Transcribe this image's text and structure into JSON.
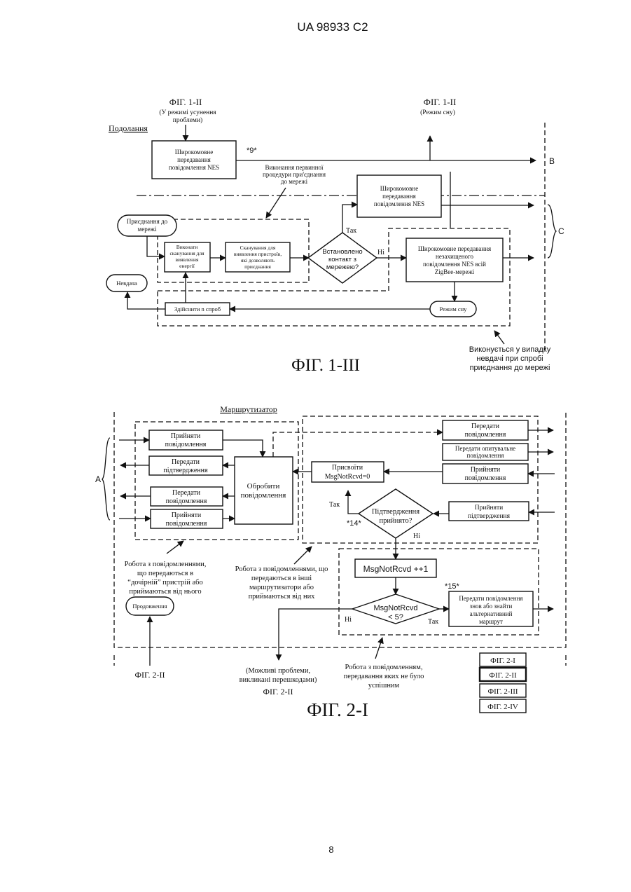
{
  "header": {
    "patent_number": "UA 98933 C2"
  },
  "page_number": "8",
  "fig1": {
    "caption": "ФІГ. 1-III",
    "ref_left": "ФІГ. 1-II",
    "ref_left_note_1": "(У режимі усунення",
    "ref_left_note_2": "проблеми)",
    "ref_right": "ФІГ. 1-II",
    "ref_right_note": "(Режим сну)",
    "section_label": "Подолання",
    "box_broadcast_1": [
      "Широкомовне",
      "передавання",
      "повідомлення NES"
    ],
    "marker_9": "*9*",
    "label_B": "B",
    "label_C": "C",
    "note_primary": [
      "Виконання первинної",
      "процедури при'єднання",
      "до мережі"
    ],
    "box_broadcast_2": [
      "Широкомовне",
      "передавання",
      "повідомлення NES"
    ],
    "join_network": [
      "Приєднання до",
      "мережі"
    ],
    "scan_energy": [
      "Виконати",
      "сканування для",
      "виявлення",
      "енергії"
    ],
    "scan_devices": [
      "Сканування для",
      "виявлення пристроїв,",
      "які дозволяють",
      "приєднання"
    ],
    "decision_contact": [
      "Встановлено",
      "контакт з",
      "мережею?"
    ],
    "label_yes": "Так",
    "label_no": "Ні",
    "box_unsecured": [
      "Широкомовне передавання",
      "незахищеного",
      "повідомлення NES всій",
      "ZigBee-мережі"
    ],
    "failure": "Невдача",
    "attempts": "Здійснити n спроб",
    "sleep_mode": "Режим сну",
    "note_failure": [
      "Виконується у випадку",
      "невдачі при спробі",
      "приєднання до мережі"
    ]
  },
  "fig2": {
    "caption": "ФІГ. 2-I",
    "router_label": "Маршрутизатор",
    "label_A": "A",
    "left_boxes": [
      [
        "Прийняти",
        "повідомлення"
      ],
      [
        "Передати",
        "підтвердження"
      ],
      [
        "Передати",
        "повідомлення"
      ],
      [
        "Прийняти",
        "повідомлення"
      ]
    ],
    "process": [
      "Обробити",
      "повідомлення"
    ],
    "right_boxes": [
      [
        "Передати",
        "повідомлення"
      ],
      [
        "Передати опитувальне",
        "повідомлення"
      ],
      [
        "Прийняти",
        "повідомлення"
      ],
      [
        "Прийняти",
        "підтвердження"
      ]
    ],
    "assign": [
      "Присвоїти",
      "MsgNotRcvd=0"
    ],
    "decision_ack": [
      "Підтвердження",
      "прийнято?"
    ],
    "label_yes": "Так",
    "label_no": "Ні",
    "marker_14": "*14*",
    "increment": "MsgNotRcvd ++1",
    "marker_15": "*15*",
    "decision_count": [
      "MsgNotRcvd",
      "< 5?"
    ],
    "label_no_2": "Ні",
    "label_yes_2": "Так",
    "retry_box": [
      "Передати повідомлення",
      "знов або знайти",
      "альтернативний",
      "маршрут"
    ],
    "continue": "Продовження",
    "note_child": [
      "Робота з повідомленнями,",
      "що передаються в",
      "“дочірній” пристрій або",
      "приймаються від нього"
    ],
    "note_routers": [
      "Робота з повідомленнями, що",
      "передаються в інші",
      "маршрутизатори або",
      "приймаються від них"
    ],
    "note_failed": [
      "Робота з повідомленням,",
      "передавання яких не було",
      "успішним"
    ],
    "note_problems": [
      "(Можливі проблеми,",
      "викликані перешкодами)"
    ],
    "ref_fig_2_ii_left": "ФІГ. 2-II",
    "ref_fig_2_ii_mid": "ФІГ. 2-II",
    "legend": [
      "ФІГ. 2-I",
      "ФІГ. 2-II",
      "ФІГ. 2-III",
      "ФІГ. 2-IV"
    ]
  }
}
